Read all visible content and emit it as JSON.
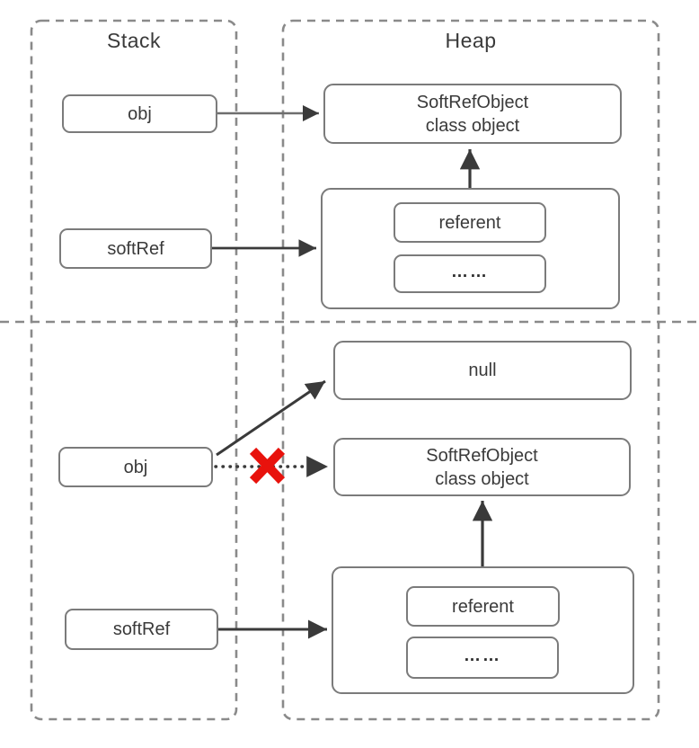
{
  "diagram_title": "Soft reference stack-heap diagram",
  "colors": {
    "dashed_border": "#8a8a8a",
    "box_border": "#7b7b7b",
    "arrow_dark": "#3a3a3a",
    "arrow_gray": "#6e6e6e",
    "cross_red": "#e8120c",
    "text": "#3a3a3a",
    "background": "#ffffff"
  },
  "stack": {
    "title": "Stack"
  },
  "heap": {
    "title": "Heap"
  },
  "scene1": {
    "obj_label": "obj",
    "softref_label": "softRef",
    "class_object_line1": "SoftRefObject",
    "class_object_line2": "class object",
    "referent_label": "referent",
    "ellipsis_label": "……"
  },
  "scene2": {
    "obj_label": "obj",
    "softref_label": "softRef",
    "null_label": "null",
    "class_object_line1": "SoftRefObject",
    "class_object_line2": "class object",
    "referent_label": "referent",
    "ellipsis_label": "……"
  }
}
